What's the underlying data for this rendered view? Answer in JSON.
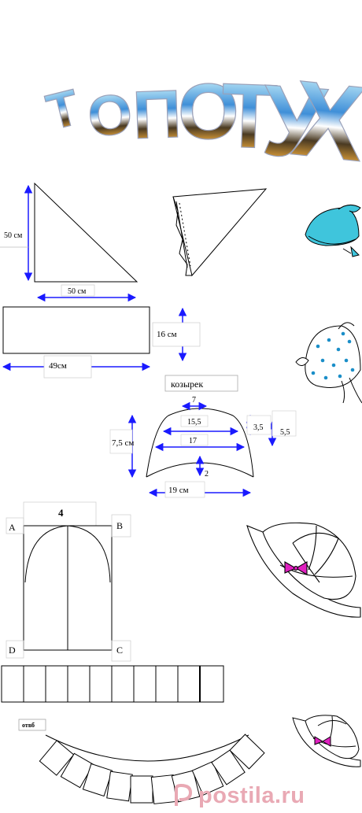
{
  "title": {
    "text": "ТОПОТУХ",
    "letters": [
      "Т",
      "О",
      "П",
      "О",
      "Т",
      "У",
      "Х"
    ]
  },
  "kerchief": {
    "side_label": "50 см",
    "bottom_label": "50 см"
  },
  "band": {
    "height_label": "16 см",
    "width_label": "49см"
  },
  "visor": {
    "name_label": "козырек",
    "top_label": "7",
    "w1_label": "15,5",
    "w2_label": "17",
    "height_label": "7,5 см",
    "gap_label": "2",
    "width_label": "19 см",
    "side1_label": "3,5",
    "side2_label": "5,5"
  },
  "panel": {
    "top_label": "4",
    "corner_a": "А",
    "corner_b": "В",
    "corner_c": "С",
    "corner_d": "D"
  },
  "brim": {
    "label": "отвб"
  },
  "watermark": {
    "text": "postila.ru"
  },
  "colors": {
    "arrow": "#1a1aff",
    "line": "#000000",
    "bow": "#e020c0",
    "cap": "#3fc5dc",
    "watermark": "#e9a9b4"
  }
}
